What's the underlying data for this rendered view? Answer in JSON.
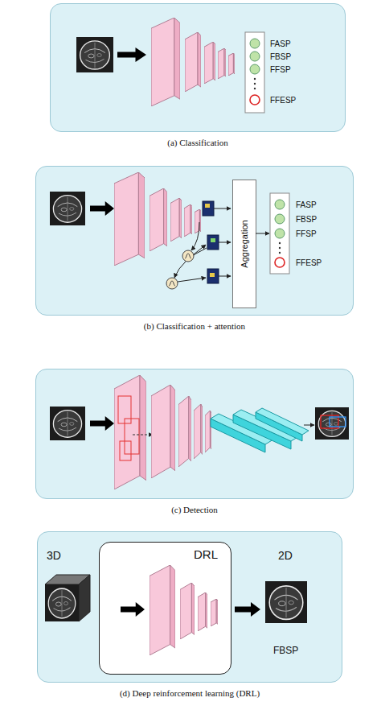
{
  "diagram": {
    "nodes": [
      {
        "text": [
          "(a) Classification"
        ]
      },
      {
        "text": [
          "(b) Classification + attention"
        ]
      },
      {
        "text": [
          "Aggregation"
        ],
        "in": 1
      },
      {
        "text": [
          "(c) Detection"
        ]
      },
      {
        "text": [
          "(d) Deep reinforcement learning (DRL)"
        ]
      },
      {
        "text": [
          "DRL"
        ],
        "in": 4
      }
    ],
    "labels": [
      "FASP",
      "FBSP",
      "FFSP",
      "FFESP",
      "FASP",
      "FBSP",
      "FFSP",
      "FFESP",
      "3D",
      "2D",
      "FBSP"
    ]
  }
}
